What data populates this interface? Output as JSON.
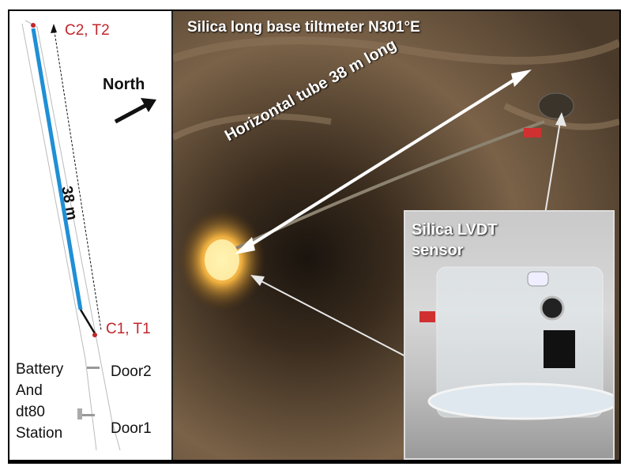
{
  "map": {
    "top_point": "C2, T2",
    "bottom_point": "C1, T1",
    "north": "North",
    "length": "38 m",
    "door2": "Door2",
    "door1": "Door1",
    "station_lines": [
      "Battery",
      "And",
      "dt80",
      "Station"
    ]
  },
  "photo": {
    "title": "Silica long base tiltmeter N301°E",
    "tube_label": "Horizontal tube 38 m long",
    "inset_lines": [
      "Silica LVDT",
      "sensor"
    ]
  },
  "colors": {
    "tube_blue": "#1f8fd6",
    "marker_red": "#c0262b",
    "label_white": "#ffffff"
  }
}
